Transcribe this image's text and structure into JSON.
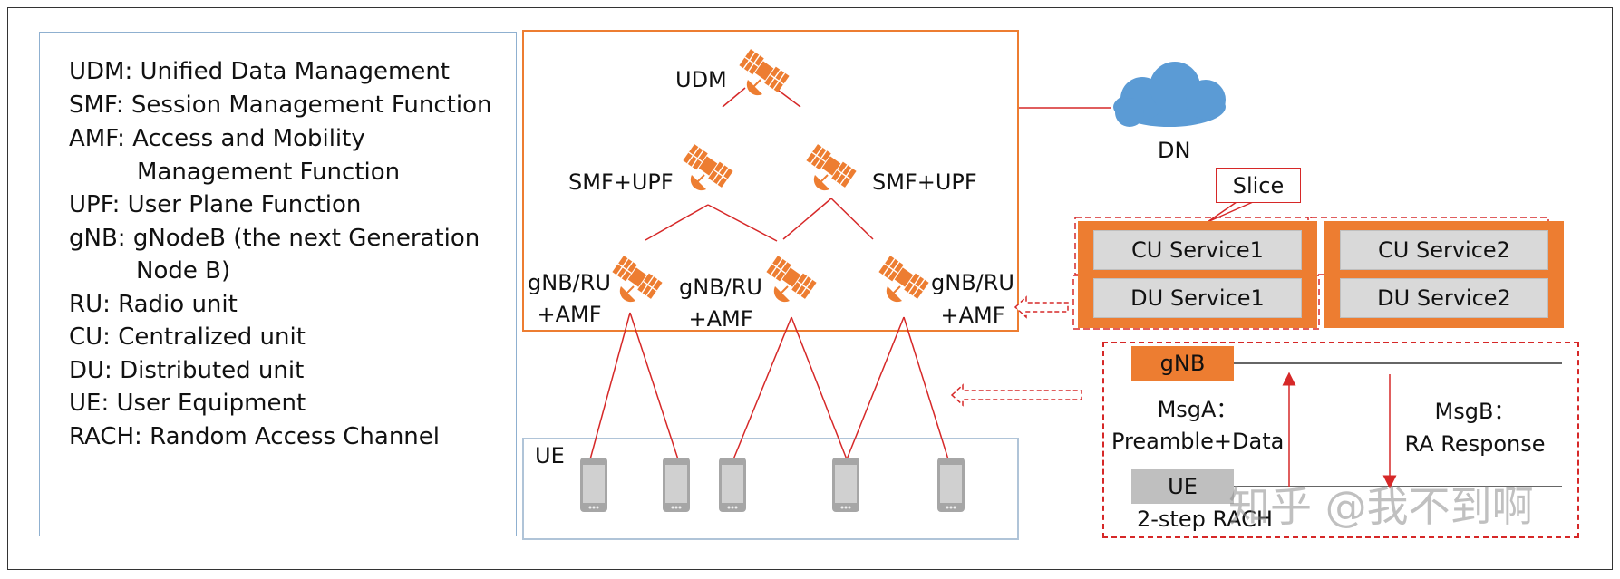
{
  "legend": [
    "UDM: Unified Data Management",
    "SMF: Session Management Function",
    "AMF: Access and Mobility",
    "Management Function",
    "UPF: User Plane Function",
    "gNB: gNodeB (the next Generation",
    "Node B)",
    "RU: Radio unit",
    "CU: Centralized unit",
    "DU: Distributed unit",
    "UE: User Equipment",
    "RACH: Random Access Channel"
  ],
  "nodes": {
    "udm": "UDM",
    "smf_left": "SMF+UPF",
    "smf_right": "SMF+UPF",
    "gnb_left_1": "gNB/RU",
    "gnb_left_2": "+AMF",
    "gnb_mid_1": "gNB/RU",
    "gnb_mid_2": "+AMF",
    "gnb_right_1": "gNB/RU",
    "gnb_right_2": "+AMF"
  },
  "dn_label": "DN",
  "ue_label": "UE",
  "slice_label": "Slice",
  "services": {
    "cu1": "CU Service1",
    "du1": "DU Service1",
    "cu2": "CU Service2",
    "du2": "DU Service2"
  },
  "rach": {
    "gnb": "gNB",
    "ue": "UE",
    "msga_1": "MsgA：",
    "msga_2": "Preamble+Data",
    "msgb_1": "MsgB：",
    "msgb_2": "RA Response",
    "caption": "2-step RACH"
  },
  "watermark": "知乎 @我不到啊",
  "colors": {
    "accent_orange": "#ed7d31",
    "link_red": "#d62828",
    "cloud_blue": "#5b9bd5",
    "service_gray": "#d9d9d9"
  },
  "icons": {
    "satellite": "satellite-icon",
    "cloud": "cloud-icon",
    "phone": "phone-icon"
  }
}
